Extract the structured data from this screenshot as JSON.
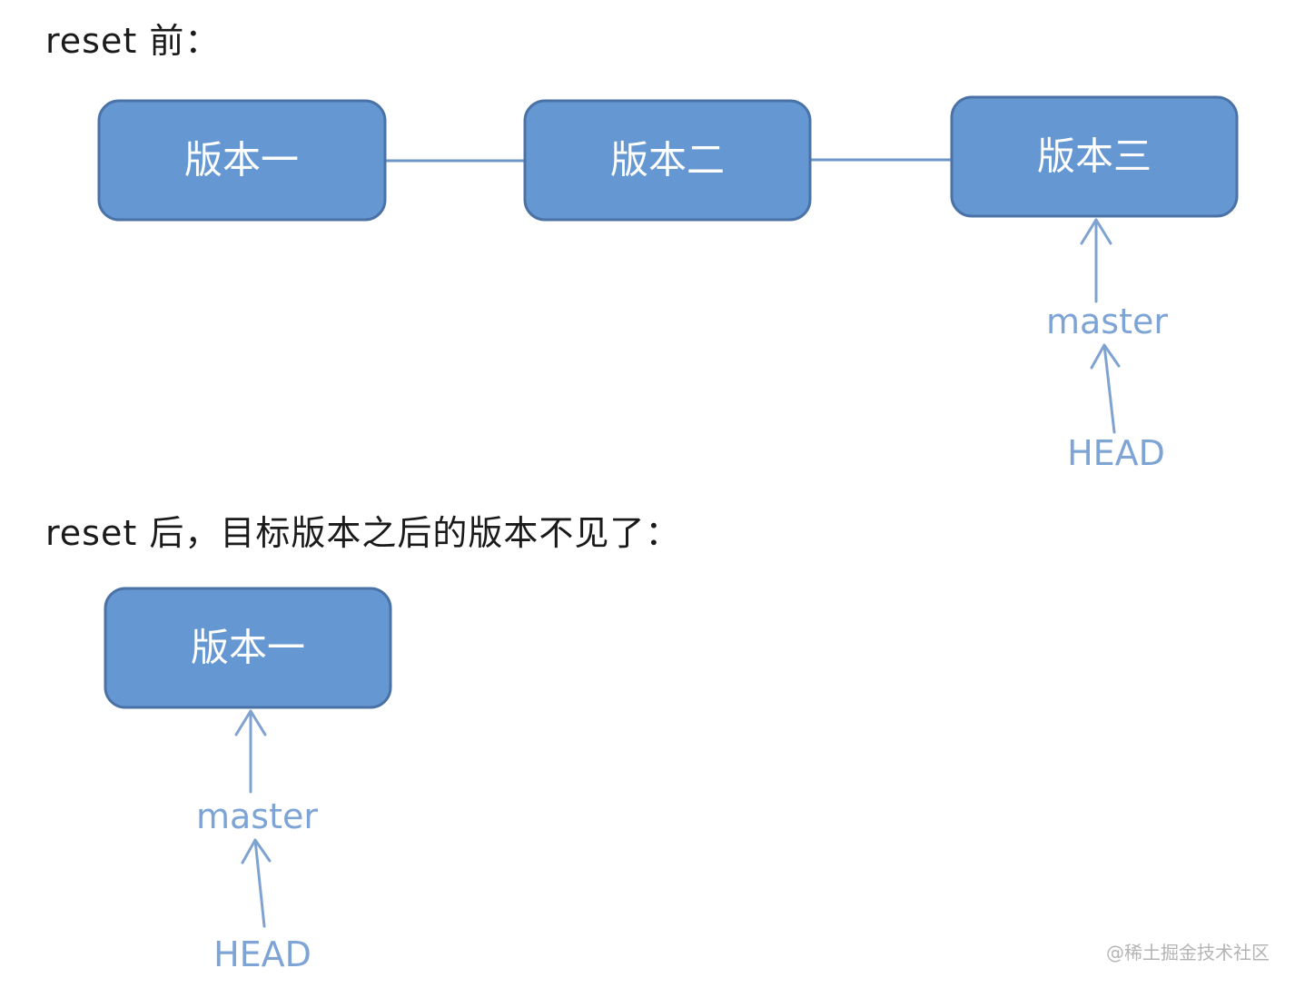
{
  "headings": {
    "before": "reset 前：",
    "after": "reset 后，目标版本之后的版本不见了："
  },
  "before": {
    "versions": [
      "版本一",
      "版本二",
      "版本三"
    ],
    "branch_label": "master",
    "head_label": "HEAD"
  },
  "after": {
    "versions": [
      "版本一"
    ],
    "branch_label": "master",
    "head_label": "HEAD"
  },
  "watermark": "@稀土掘金技术社区",
  "colors": {
    "box_fill": "#6598d2",
    "box_border": "#4a72a6",
    "ref_text": "#7ea4d6",
    "connector": "#6d95c8"
  }
}
